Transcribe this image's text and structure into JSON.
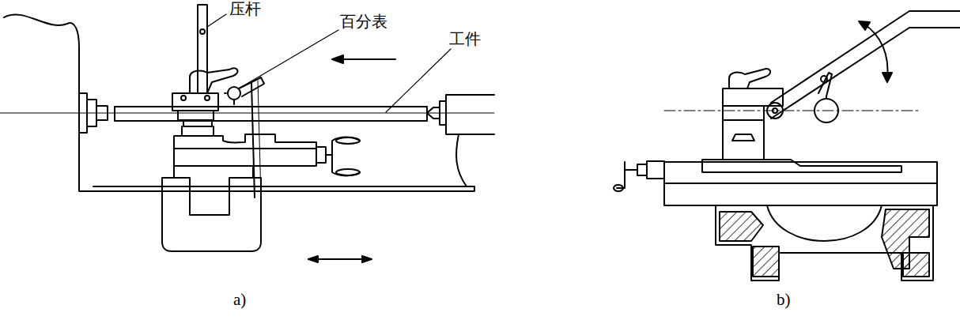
{
  "diagram": {
    "labels": [
      "压杆",
      "百分表",
      "工件",
      "a)",
      "b)"
    ]
  }
}
